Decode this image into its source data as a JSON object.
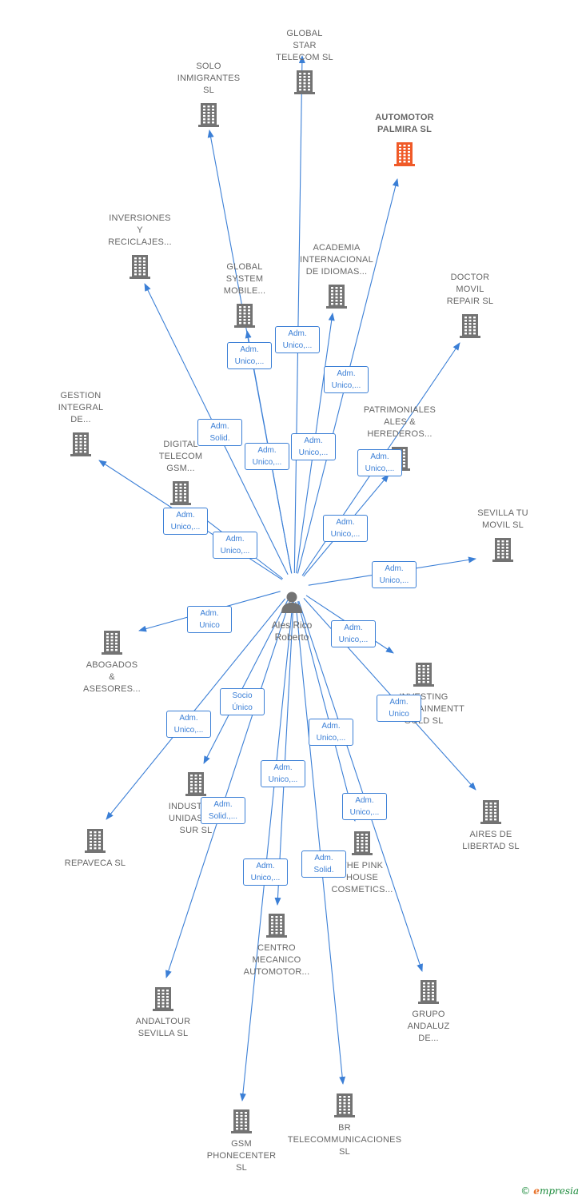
{
  "colors": {
    "edge": "#3b7fd6",
    "building": "#737373",
    "highlight": "#f05a28",
    "text": "#666666"
  },
  "center": {
    "label": "Ales Rico\nRoberto",
    "icon": "person-icon"
  },
  "nodes": [
    {
      "id": "global-star",
      "label": "GLOBAL\nSTAR\nTELECOM  SL",
      "icon": "building-icon"
    },
    {
      "id": "solo-inmigrantes",
      "label": "SOLO\nINMIGRANTES\nSL",
      "icon": "building-icon"
    },
    {
      "id": "automotor-palmira",
      "label": "AUTOMOTOR\nPALMIRA  SL",
      "icon": "building-icon",
      "highlight": true
    },
    {
      "id": "inversiones",
      "label": "INVERSIONES\nY\nRECICLAJES...",
      "icon": "building-icon"
    },
    {
      "id": "academia",
      "label": "ACADEMIA\nINTERNACIONAL\nDE IDIOMAS...",
      "icon": "building-icon"
    },
    {
      "id": "global-system",
      "label": "GLOBAL\nSYSTEM\nMOBILE...",
      "icon": "building-icon"
    },
    {
      "id": "doctor-movil",
      "label": "DOCTOR\nMOVIL\nREPAIR  SL",
      "icon": "building-icon"
    },
    {
      "id": "gestion",
      "label": "GESTION\nINTEGRAL\nDE...",
      "icon": "building-icon"
    },
    {
      "id": "patrimoniales",
      "label": "PATRIMONIALES\nALES &\nHEREDEROS...",
      "icon": "building-icon"
    },
    {
      "id": "digital-telecom",
      "label": "DIGITAL\nTELECOM\nGSM...",
      "icon": "building-icon"
    },
    {
      "id": "sevilla-tu-movil",
      "label": "SEVILLA TU\nMOVIL  SL",
      "icon": "building-icon"
    },
    {
      "id": "abogados",
      "label": "ABOGADOS\n&\nASESORES...",
      "icon": "building-icon"
    },
    {
      "id": "investing",
      "label": "INVESTING\nENTERTAINMENTT\nGOLD  SL",
      "icon": "building-icon"
    },
    {
      "id": "industrias",
      "label": "INDUSTRIAS\nUNIDAS DEL\nSUR  SL",
      "icon": "building-icon"
    },
    {
      "id": "aires",
      "label": "AIRES DE\nLIBERTAD SL",
      "icon": "building-icon"
    },
    {
      "id": "repaveca",
      "label": "REPAVECA  SL",
      "icon": "building-icon"
    },
    {
      "id": "pink-house",
      "label": "THE PINK\nHOUSE\nCOSMETICS...",
      "icon": "building-icon"
    },
    {
      "id": "centro-mecanico",
      "label": "CENTRO\nMECANICO\nAUTOMOTOR...",
      "icon": "building-icon"
    },
    {
      "id": "andaltour",
      "label": "ANDALTOUR\nSEVILLA  SL",
      "icon": "building-icon"
    },
    {
      "id": "grupo-andaluz",
      "label": "GRUPO\nANDALUZ\nDE...",
      "icon": "building-icon"
    },
    {
      "id": "br-telecom",
      "label": "BR\nTELECOMMUNICACIONES\nSL",
      "icon": "building-icon"
    },
    {
      "id": "gsm-phonecenter",
      "label": "GSM\nPHONECENTER\nSL",
      "icon": "building-icon"
    }
  ],
  "edges": [
    {
      "target": "global-star",
      "role": "Adm.\nUnico,..."
    },
    {
      "target": "solo-inmigrantes",
      "role": "Adm.\nUnico,..."
    },
    {
      "target": "automotor-palmira",
      "role": "Adm.\nUnico,..."
    },
    {
      "target": "inversiones",
      "role": "Adm.\nSolid."
    },
    {
      "target": "academia",
      "role": "Adm.\nUnico,..."
    },
    {
      "target": "global-system",
      "role": "Adm.\nUnico,..."
    },
    {
      "target": "doctor-movil",
      "role": "Adm.\nUnico,..."
    },
    {
      "target": "gestion",
      "role": "Adm.\nUnico,..."
    },
    {
      "target": "patrimoniales",
      "role": "Adm.\nUnico,..."
    },
    {
      "target": "digital-telecom",
      "role": "Adm.\nUnico,..."
    },
    {
      "target": "sevilla-tu-movil",
      "role": "Adm.\nUnico,..."
    },
    {
      "target": "abogados",
      "role": "Adm.\nUnico"
    },
    {
      "target": "investing",
      "role": "Adm.\nUnico,..."
    },
    {
      "target": "industrias",
      "role": "Socio\nÚnico"
    },
    {
      "target": "aires",
      "role": "Adm.\nUnico"
    },
    {
      "target": "repaveca",
      "role": "Adm.\nUnico,..."
    },
    {
      "target": "pink-house",
      "role": "Adm.\nUnico,..."
    },
    {
      "target": "centro-mecanico",
      "role": "Adm.\nUnico,..."
    },
    {
      "target": "andaltour",
      "role": "Adm.\nSolid.,..."
    },
    {
      "target": "grupo-andaluz",
      "role": "Adm.\nUnico,..."
    },
    {
      "target": "br-telecom",
      "role": "Adm.\nSolid."
    },
    {
      "target": "gsm-phonecenter",
      "role": "Adm.\nUnico,..."
    }
  ],
  "footer": {
    "copyright": "©",
    "brand_initial": "e",
    "brand_rest": "mpresia"
  }
}
